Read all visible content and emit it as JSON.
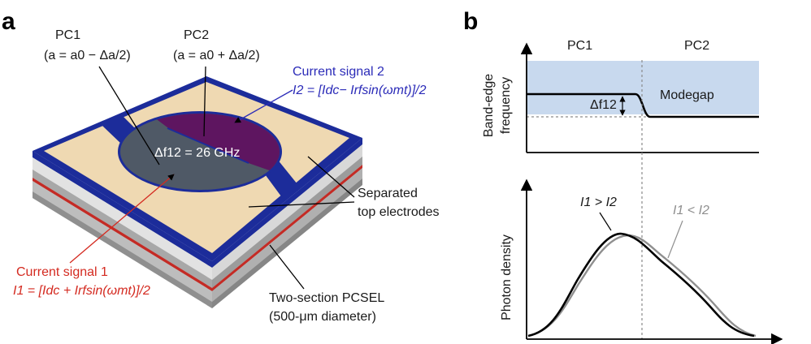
{
  "panel_a": {
    "letter": "a",
    "pc1": {
      "title": "PC1",
      "formula": "(a = a0 − Δa/2)"
    },
    "pc2": {
      "title": "PC2",
      "formula": "(a = a0 + Δa/2)"
    },
    "current2": {
      "title": "Current signal 2",
      "formula": "I2 = [Idc− Irfsin(ωmt)]/2"
    },
    "delta_label": "Δf12 = 26 GHz",
    "electrodes": {
      "line1": "Separated",
      "line2": "top electrodes"
    },
    "current1": {
      "title": "Current signal 1",
      "formula": "I1 = [Idc + Irfsin(ωmt)]/2"
    },
    "pcsel": {
      "line1": "Two-section PCSEL",
      "line2": "(500-μm diameter)"
    },
    "colors": {
      "current1": "#d42a20",
      "current2": "#2b2bb8",
      "electrode": "#efd9b2",
      "pc2_region": "#5e1560",
      "pc1_region": "#4f5966",
      "border": "#1c2c9a"
    }
  },
  "panel_b": {
    "letter": "b",
    "top": {
      "pc1_label": "PC1",
      "pc2_label": "PC2",
      "ylabel_1": "Band-edge",
      "ylabel_2": "frequency",
      "modegap_label": "Modegap",
      "delta_label": "Δf12",
      "colors": {
        "modegap": "#c8d9ee",
        "edge": "#000000"
      }
    },
    "bottom": {
      "ylabel": "Photon density",
      "curve1_label": "I1 > I2",
      "curve2_label": "I1 < I2",
      "colors": {
        "curve1": "#000000",
        "curve2": "#8f8f8f"
      }
    }
  }
}
